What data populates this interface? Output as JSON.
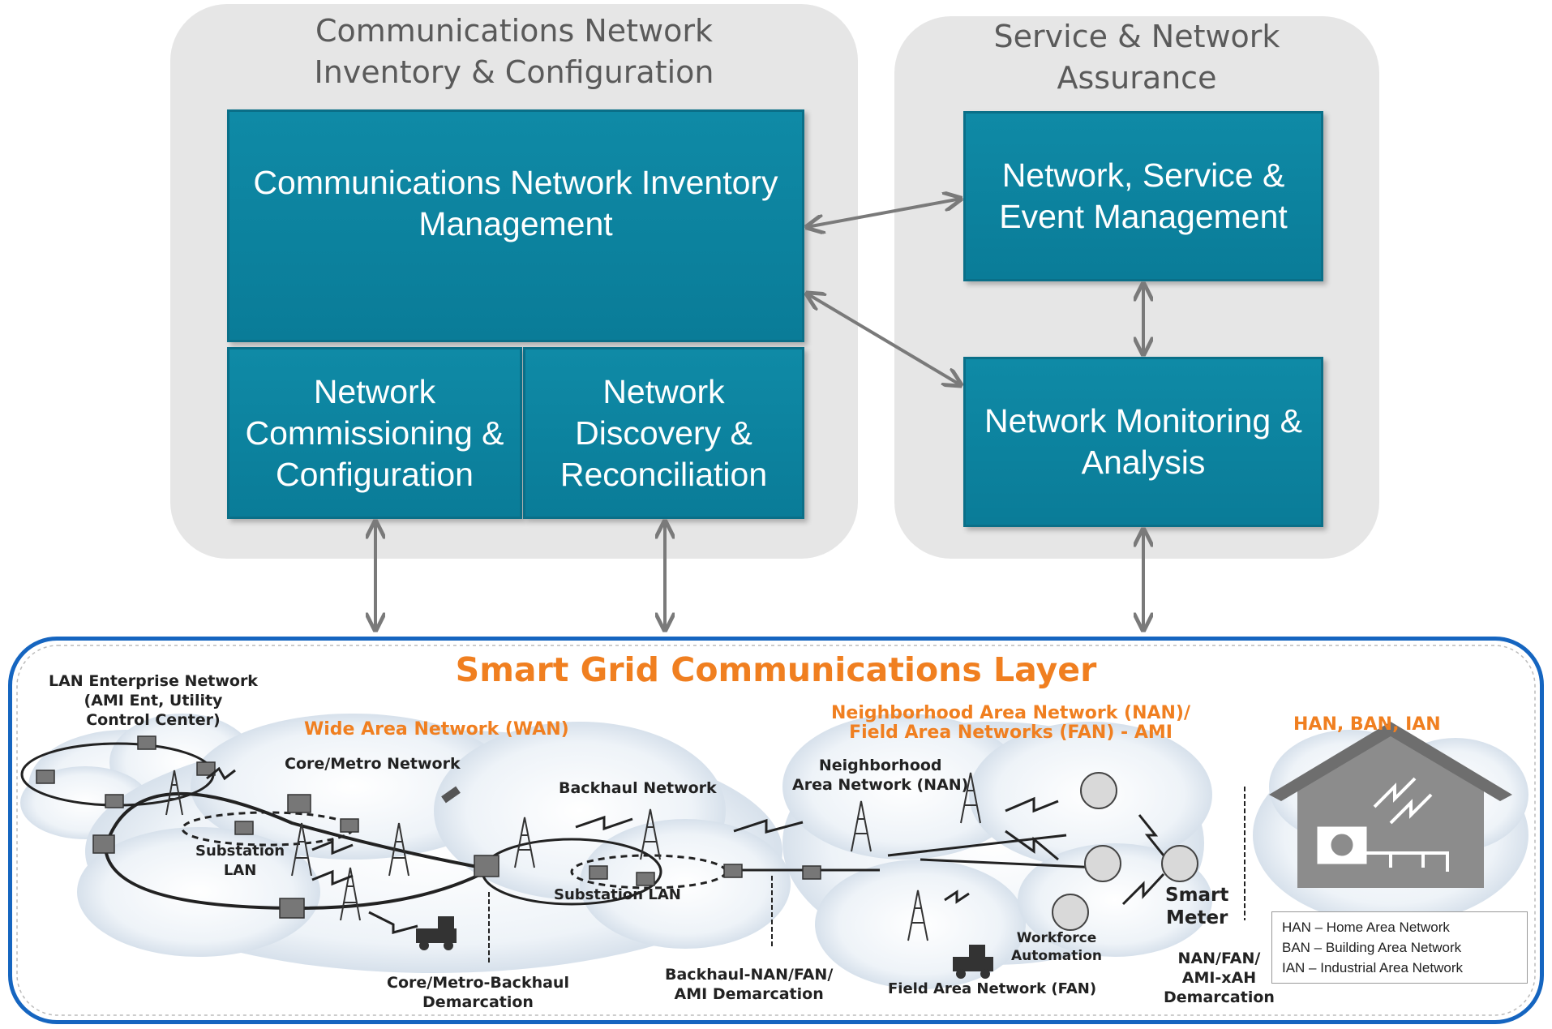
{
  "groups": {
    "inventory_title": [
      "Communications Network",
      "Inventory & Configuration"
    ],
    "assurance_title": [
      "Service & Network",
      "Assurance"
    ]
  },
  "boxes": {
    "inventory_mgmt": [
      "Communications Network Inventory",
      "Management"
    ],
    "commissioning": [
      "Network",
      "Commissioning &",
      "Configuration"
    ],
    "discovery": [
      "Network",
      "Discovery &",
      "Reconciliation"
    ],
    "event_mgmt": [
      "Network, Service &",
      "Event Management"
    ],
    "monitoring": [
      "Network Monitoring &",
      "Analysis"
    ]
  },
  "smart_grid": {
    "title": "Smart Grid Communications Layer",
    "lan_enterprise": [
      "LAN Enterprise Network",
      "(AMI Ent, Utility",
      "Control Center)"
    ],
    "wan": "Wide Area Network (WAN)",
    "nan_fan": [
      "Neighborhood Area Network (NAN)/",
      "Field Area Networks (FAN) - AMI"
    ],
    "han_ban_ian": "HAN, BAN, IAN",
    "core_metro": "Core/Metro Network",
    "backhaul": "Backhaul Network",
    "neighborhood": [
      "Neighborhood",
      "Area Network (NAN)"
    ],
    "substation_lan_1": [
      "Substation",
      "LAN"
    ],
    "substation_lan_2": "Substation LAN",
    "smart_meter": [
      "Smart",
      "Meter"
    ],
    "workforce": [
      "Workforce",
      "Automation"
    ],
    "core_backhaul_demarc": [
      "Core/Metro-Backhaul",
      "Demarcation"
    ],
    "backhaul_nan_demarc": [
      "Backhaul-NAN/FAN/",
      "AMI Demarcation"
    ],
    "fan": "Field Area Network (FAN)",
    "ami_xah_demarc": [
      "NAN/FAN/",
      "AMI-xAH",
      "Demarcation"
    ],
    "legend": [
      "HAN – Home Area Network",
      "BAN – Building Area Network",
      "IAN – Industrial Area Network"
    ]
  },
  "colors": {
    "box": "#0b8099",
    "group": "#e6e6e6",
    "title_orange": "#f07f20",
    "frame_blue": "#1565c0",
    "arrow": "#7a7a7a"
  }
}
